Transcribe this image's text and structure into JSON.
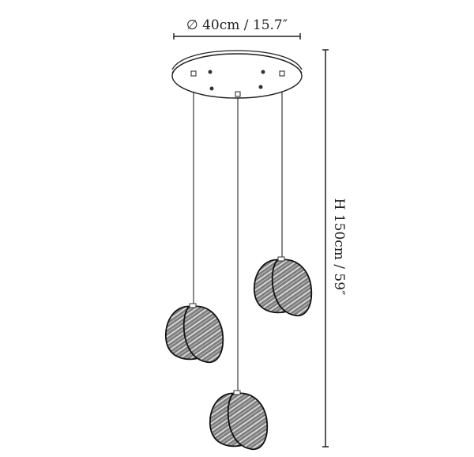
{
  "dimensions": {
    "diameter_label": "∅ 40cm / 15.7″",
    "height_label": "H 150cm / 59″"
  },
  "colors": {
    "line": "#222222",
    "shade_fill": "#8a8a8a",
    "wire": "#555555"
  },
  "pendants": [
    {
      "name": "left"
    },
    {
      "name": "right"
    },
    {
      "name": "center"
    }
  ]
}
